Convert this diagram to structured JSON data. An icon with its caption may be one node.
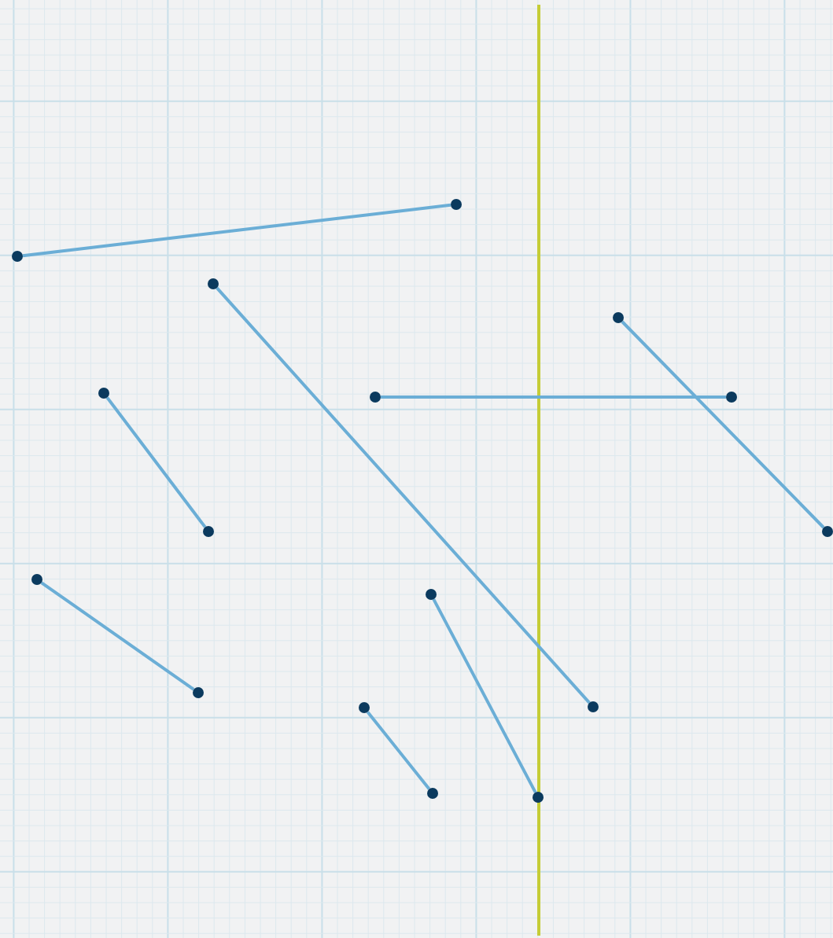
{
  "diagram": {
    "nodes": [
      {
        "text": [],
        "shape": "circle"
      },
      {
        "text": [],
        "shape": "circle"
      },
      {
        "text": [],
        "shape": "circle"
      },
      {
        "text": [],
        "shape": "circle"
      },
      {
        "text": [],
        "shape": "circle"
      },
      {
        "text": [],
        "shape": "circle"
      },
      {
        "text": [],
        "shape": "circle"
      },
      {
        "text": [],
        "shape": "circle"
      },
      {
        "text": [],
        "shape": "circle"
      },
      {
        "text": [],
        "shape": "circle"
      },
      {
        "text": [],
        "shape": "circle"
      },
      {
        "text": [],
        "shape": "circle"
      },
      {
        "text": [],
        "shape": "circle"
      },
      {
        "text": [],
        "shape": "circle"
      },
      {
        "text": [],
        "shape": "circle"
      },
      {
        "text": [],
        "shape": "circle"
      }
    ],
    "edges": [
      {
        "from": 0,
        "to": 10,
        "arrow": "none"
      },
      {
        "from": 5,
        "to": 12,
        "arrow": "none"
      },
      {
        "from": 13,
        "to": 15,
        "arrow": "none"
      },
      {
        "from": 7,
        "to": 14,
        "arrow": "none"
      },
      {
        "from": 2,
        "to": 4,
        "arrow": "none"
      },
      {
        "from": 1,
        "to": 3,
        "arrow": "none"
      },
      {
        "from": 8,
        "to": 11,
        "arrow": "none"
      },
      {
        "from": 6,
        "to": 9,
        "arrow": "none"
      }
    ]
  }
}
